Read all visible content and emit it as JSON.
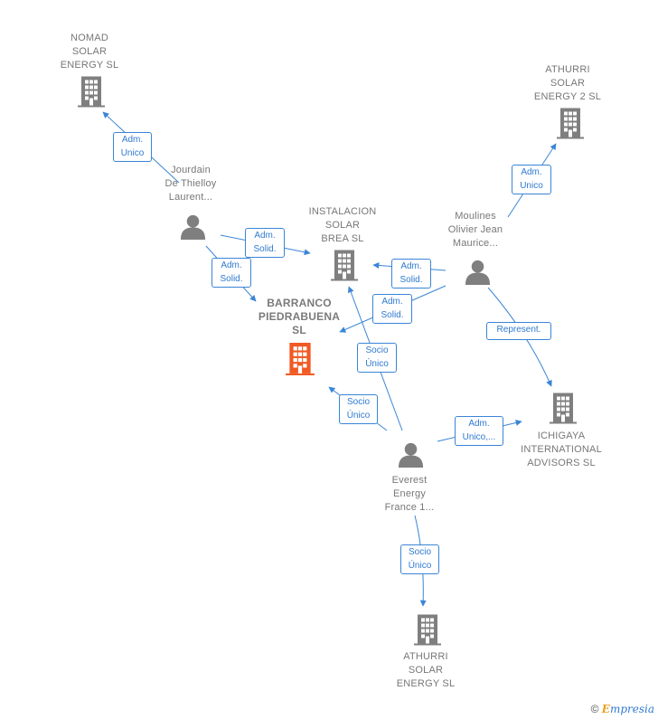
{
  "colors": {
    "edge": "#3a85d6",
    "company": "#7f7f7f",
    "main_company": "#f05a24",
    "person": "#7f7f7f"
  },
  "nodes": {
    "nomad": {
      "label": "NOMAD\nSOLAR\nENERGY  SL",
      "icon": "building-icon"
    },
    "athurri2": {
      "label": "ATHURRI\nSOLAR\nENERGY 2  SL",
      "icon": "building-icon"
    },
    "jourdain": {
      "label": "Jourdain\nDe Thielloy\nLaurent...",
      "icon": "person-icon"
    },
    "instalacion": {
      "label": "INSTALACION\nSOLAR\nBREA  SL",
      "icon": "building-icon"
    },
    "moulines": {
      "label": "Moulines\nOlivier Jean\nMaurice...",
      "icon": "person-icon"
    },
    "barranco": {
      "label": "BARRANCO\nPIEDRABUENA\nSL",
      "icon": "building-icon"
    },
    "ichigaya": {
      "label": "ICHIGAYA\nINTERNATIONAL\nADVISORS  SL",
      "icon": "building-icon"
    },
    "everest": {
      "label": "Everest\nEnergy\nFrance 1...",
      "icon": "person-icon"
    },
    "athurri": {
      "label": "ATHURRI\nSOLAR\nENERGY  SL",
      "icon": "building-icon"
    }
  },
  "edges": {
    "e1": "Adm.\nUnico",
    "e2": "Adm.\nUnico",
    "e3": "Adm.\nSolid.",
    "e4": "Adm.\nSolid.",
    "e5": "Adm.\nSolid.",
    "e6": "Adm.\nSolid.",
    "e7": "Represent.",
    "e8": "Socio\nÚnico",
    "e9": "Socio\nÚnico",
    "e10": "Adm.\nUnico,...",
    "e11": "Socio\nÚnico"
  },
  "footer": {
    "copyright": "©",
    "brand_first": "E",
    "brand_rest": "mpresia"
  }
}
